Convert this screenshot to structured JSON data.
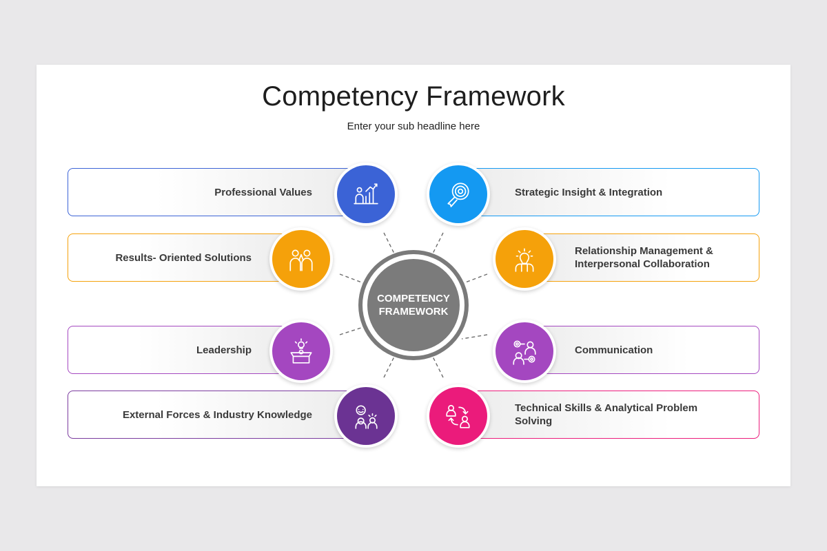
{
  "title": "Competency Framework",
  "subtitle": "Enter your sub headline here",
  "hub": {
    "line1": "COMPETENCY",
    "line2": "FRAMEWORK",
    "color": "#7a7a7a"
  },
  "items": [
    {
      "id": "professional-values",
      "label": "Professional Values",
      "color": "#3b63d6",
      "border": "#3b63d6",
      "icon": "growth-chart-person-icon"
    },
    {
      "id": "results-oriented",
      "label": "Results- Oriented Solutions",
      "color": "#f5a10a",
      "border": "#f5a10a",
      "icon": "team-high-five-icon"
    },
    {
      "id": "leadership",
      "label": "Leadership",
      "color": "#a447c0",
      "border": "#a447c0",
      "icon": "idea-podium-icon"
    },
    {
      "id": "external-forces",
      "label": "External Forces & Industry Knowledge",
      "color": "#6b3393",
      "border": "#7a3a9e",
      "icon": "people-ideas-icon"
    },
    {
      "id": "strategic-insight",
      "label": "Strategic Insight & Integration",
      "color": "#1499f2",
      "border": "#1499f2",
      "icon": "target-badge-icon"
    },
    {
      "id": "relationship-management",
      "label1": "Relationship Management &",
      "label2": "Interpersonal Collaboration",
      "color": "#f5a10a",
      "border": "#f5a10a",
      "icon": "head-lightbulb-icon"
    },
    {
      "id": "communication",
      "label": "Communication",
      "color": "#a447c0",
      "border": "#a447c0",
      "icon": "people-target-icon"
    },
    {
      "id": "technical-skills",
      "label1": "Technical Skills & Analytical Problem",
      "label2": "Solving",
      "color": "#eb1b7b",
      "border": "#eb1b7b",
      "icon": "exchange-people-icon"
    }
  ]
}
